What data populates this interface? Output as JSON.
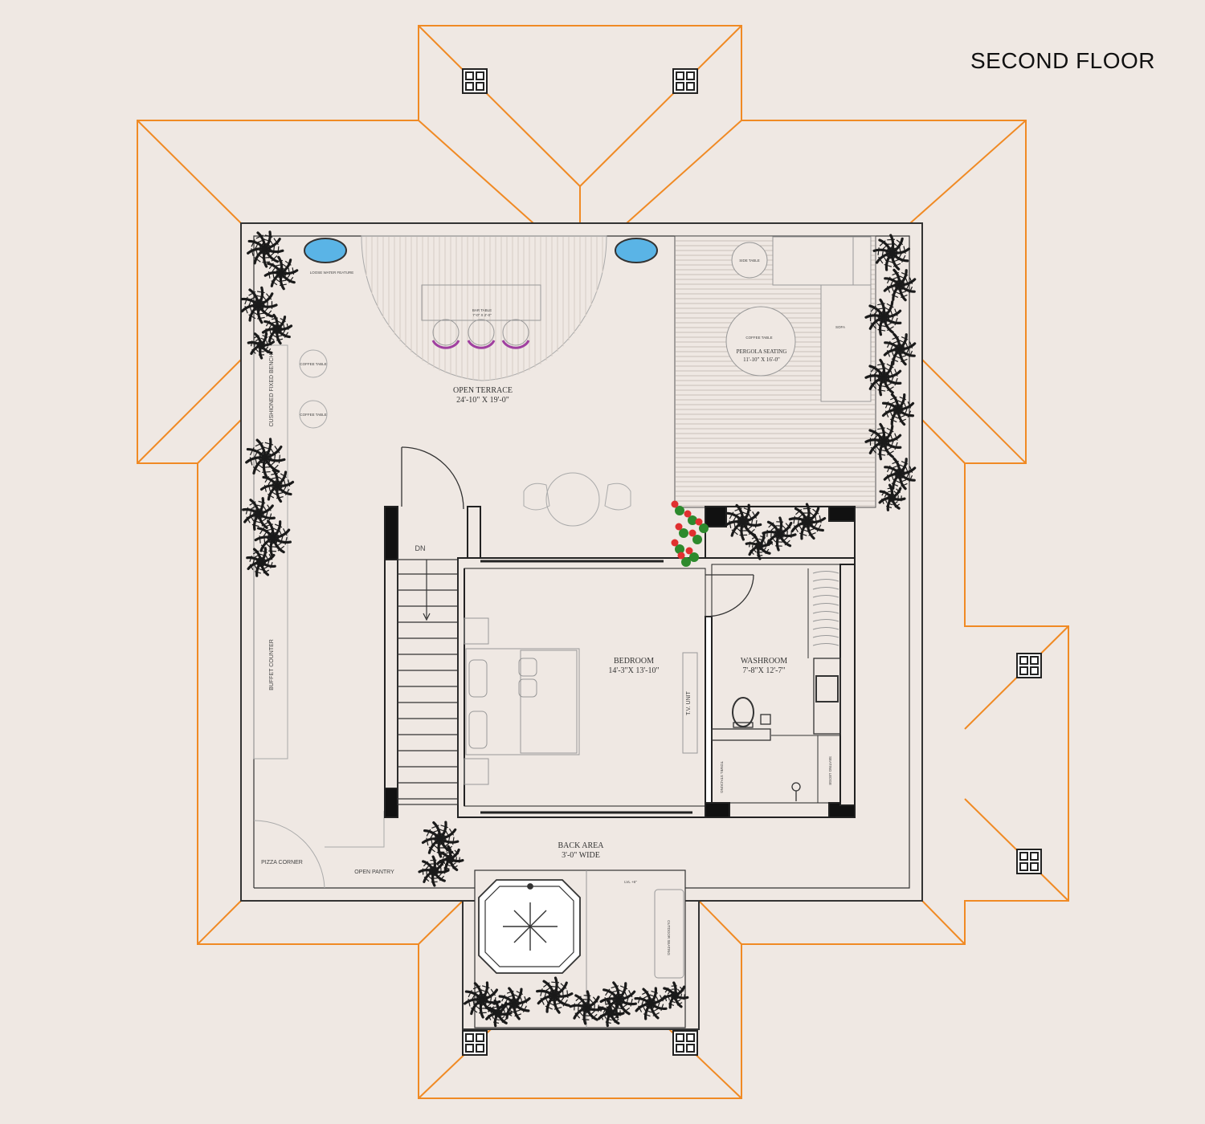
{
  "title": "SECOND FLOOR",
  "rooms": {
    "open_terrace": {
      "name": "OPEN TERRACE",
      "size": "24'-10\" X 19'-0\""
    },
    "pergola": {
      "name": "PERGOLA SEATING",
      "size": "11'-10\" X 16'-0\""
    },
    "bedroom": {
      "name": "BEDROOM",
      "size": "14'-3\"X 13'-10\""
    },
    "washroom": {
      "name": "WASHROOM",
      "size": "7'-8\"X 12'-7\""
    },
    "back_area": {
      "name": "BACK AREA",
      "size": "3'-0\" WIDE"
    }
  },
  "labels": {
    "loose_water": "LOOSE WATER FEATURE",
    "bar_table": "BAR TABLE",
    "bar_table_size": "7'-0\" X 2'-0\"",
    "coffee_table": "COFFEE TABLE",
    "side_table": "SIDE TABLE",
    "sofa": "SOFA",
    "cushioned_bench": "CUSHIONED FIXED BENCH",
    "buffet_counter": "BUFFET COUNTER",
    "pizza_corner": "PIZZA CORNER",
    "open_pantry": "OPEN PANTRY",
    "dn": "DN",
    "tv_unit": "T.V. UNIT",
    "towel_stacking": "TOWEL STACKING",
    "seating_ledge": "SEATING LEDGE",
    "level": "LVL +6\"",
    "outdoor_seating": "OUTDOOR SEATING"
  },
  "colors": {
    "background": "#efe8e3",
    "roof_lines": "#f08a24",
    "walls": "#222222",
    "planting": "#1a1a1a",
    "flowers": "#e03030",
    "water": "#5ab4e6",
    "stools": "#a040a0"
  }
}
